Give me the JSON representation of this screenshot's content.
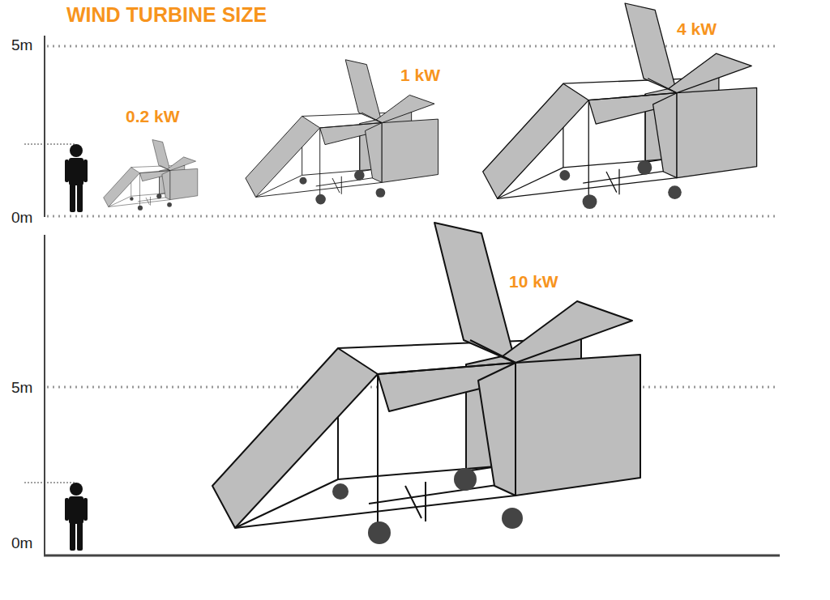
{
  "diagram": {
    "title": "WIND TURBINE SIZE",
    "labels": [
      "5m",
      "0.2 kW",
      "1 kW",
      "4 kW",
      "0m",
      "10 kW",
      "5m",
      "0m"
    ]
  }
}
